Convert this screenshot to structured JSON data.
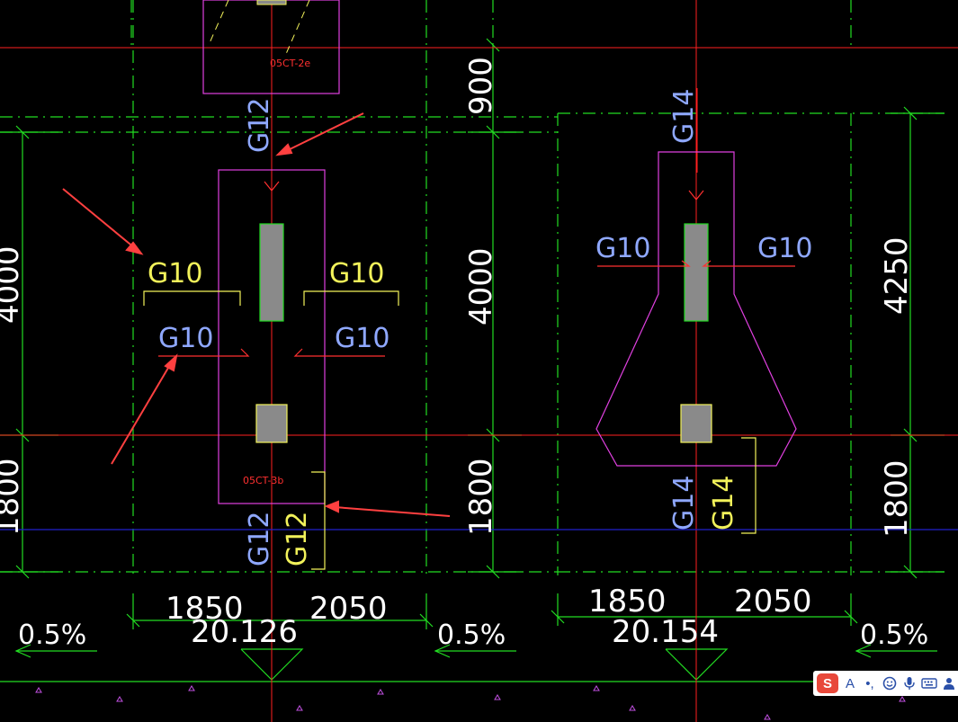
{
  "drawing": {
    "colors": {
      "background": "#000000",
      "green_line": "#22dd22",
      "red_line": "#ff2020",
      "magenta_outline": "#e040e0",
      "blue_line": "#2020cc",
      "blue_text": "#8fa8ff",
      "yellow_text": "#f2f25a",
      "white_text": "#ffffff",
      "column_fill": "#8a8a8a",
      "arrow": "#ff4040"
    },
    "labels": {
      "g12_top": "G12",
      "g10_yellow_left": "G10",
      "g10_yellow_right": "G10",
      "g10_blue_left": "G10",
      "g10_blue_right": "G10",
      "g12_bottom_blue": "G12",
      "g12_bottom_yellow": "G12",
      "g14_top": "G14",
      "g10_right_left": "G10",
      "g10_right_right": "G10",
      "g14_bottom_blue": "G14",
      "g14_bottom_yellow": "G14",
      "tag_top": "05CT-2e",
      "tag_mid": "05CT-3b"
    },
    "dimensions": {
      "v900": "900",
      "v4000_left": "4000",
      "v4000_mid": "4000",
      "v1800_left": "1800",
      "v1800_mid": "1800",
      "v4250": "4250",
      "v1800_right": "1800",
      "h1850_left": "1850",
      "h2050_left": "2050",
      "h1850_right": "1850",
      "h2050_right": "2050",
      "elev_left": "20.126",
      "elev_right": "20.154",
      "slope_1": "0.5%",
      "slope_2": "0.5%",
      "slope_3": "0.5%"
    }
  },
  "ime_toolbar": {
    "logo": "S",
    "mode": "A",
    "punct": "•,",
    "icons": [
      "smiley-icon",
      "microphone-icon",
      "keyboard-icon",
      "user-icon"
    ]
  }
}
